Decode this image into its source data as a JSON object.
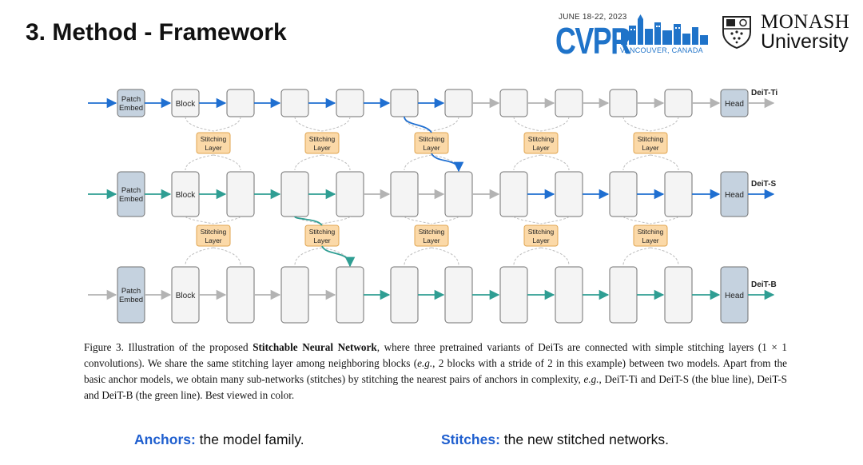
{
  "slide": {
    "title": "3. Method - Framework"
  },
  "logos": {
    "cvpr": {
      "dates": "JUNE 18-22, 2023",
      "word": "CVPR",
      "city": "VANCOUVER, CANADA",
      "color": "#1f73c9"
    },
    "monash": {
      "name": "MONASH",
      "sub": "University",
      "crest_icon": "shield-crest-icon"
    }
  },
  "diagram": {
    "colors": {
      "blue": "#1f6fd1",
      "green": "#2f9e93",
      "gray": "#b3b3b3",
      "block_fill": "#f4f4f4",
      "block_stroke": "#707070",
      "embed_fill": "#c5d2df",
      "stitch_fill": "#fbd9a8",
      "stitch_stroke": "#e0a550"
    },
    "rows": [
      {
        "model": "DeiT-Ti",
        "embed": [
          "Patch",
          "Embed"
        ],
        "first_block": "Block",
        "head": "Head"
      },
      {
        "model": "DeiT-S",
        "embed": [
          "Patch",
          "Embed"
        ],
        "first_block": "Block",
        "head": "Head"
      },
      {
        "model": "DeiT-B",
        "embed": [
          "Patch",
          "Embed"
        ],
        "first_block": "Block",
        "head": "Head"
      }
    ],
    "stitch_label": [
      "Stitching",
      "Layer"
    ]
  },
  "caption": {
    "prefix": "Figure 3.  Illustration of the proposed ",
    "highlight": "Stitchable Neural Network",
    "p2": ", where three pretrained variants of DeiTs are connected with simple stitching layers (1 × 1 convolutions). We share the same stitching layer among neighboring blocks (",
    "eg1": "e.g.",
    "p3": ", 2 blocks with a stride of 2 in this example) between two models. Apart from the basic anchor models, we obtain many sub-networks (stitches) by stitching the nearest pairs of anchors in complexity, ",
    "eg2": "e.g.",
    "p4": ", DeiT-Ti and DeiT-S (the blue line), DeiT-S and DeiT-B (the green line). Best viewed in color."
  },
  "bottom": {
    "anchors_label": "Anchors:",
    "anchors_text": " the model family.",
    "stitches_label": "Stitches:",
    "stitches_text": " the new stitched networks."
  }
}
